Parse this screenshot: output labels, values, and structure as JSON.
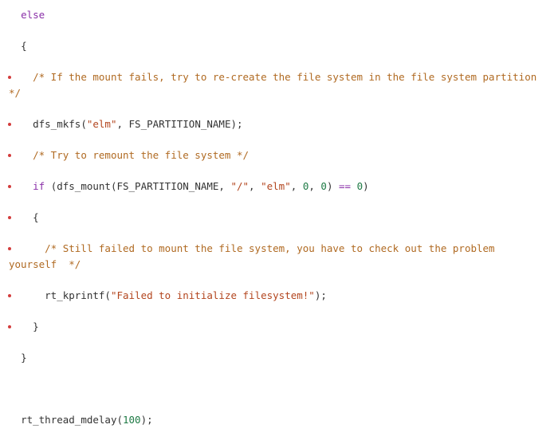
{
  "lines": [
    {
      "indent": "  ",
      "bullet": false,
      "tokens": [
        {
          "t": "kw",
          "v": "else"
        }
      ]
    },
    {
      "indent": "  ",
      "bullet": false,
      "tokens": [
        {
          "t": "pl",
          "v": "{"
        }
      ]
    },
    {
      "indent": "    ",
      "bullet": true,
      "tokens": [
        {
          "t": "cm",
          "v": "/* If the mount fails, try to re-create the file system in the file system partition"
        }
      ],
      "cont": [
        {
          "t": "cm",
          "v": "*/"
        }
      ]
    },
    {
      "indent": "    ",
      "bullet": true,
      "tokens": [
        {
          "t": "pl",
          "v": "dfs_mkfs("
        },
        {
          "t": "st",
          "v": "\"elm\""
        },
        {
          "t": "pl",
          "v": ", FS_PARTITION_NAME);"
        }
      ]
    },
    {
      "indent": "    ",
      "bullet": true,
      "tokens": [
        {
          "t": "cm",
          "v": "/* Try to remount the file system */"
        }
      ]
    },
    {
      "indent": "    ",
      "bullet": true,
      "tokens": [
        {
          "t": "kw",
          "v": "if"
        },
        {
          "t": "pl",
          "v": " (dfs_mount(FS_PARTITION_NAME, "
        },
        {
          "t": "st",
          "v": "\"/\""
        },
        {
          "t": "pl",
          "v": ", "
        },
        {
          "t": "st",
          "v": "\"elm\""
        },
        {
          "t": "pl",
          "v": ", "
        },
        {
          "t": "nu",
          "v": "0"
        },
        {
          "t": "pl",
          "v": ", "
        },
        {
          "t": "nu",
          "v": "0"
        },
        {
          "t": "pl",
          "v": ") "
        },
        {
          "t": "op",
          "v": "=="
        },
        {
          "t": "pl",
          "v": " "
        },
        {
          "t": "nu",
          "v": "0"
        },
        {
          "t": "pl",
          "v": ")"
        }
      ]
    },
    {
      "indent": "    ",
      "bullet": true,
      "tokens": [
        {
          "t": "pl",
          "v": "{"
        }
      ]
    },
    {
      "indent": "      ",
      "bullet": true,
      "tokens": [
        {
          "t": "cm",
          "v": "/* Still failed to mount the file system, you have to check out the problem"
        }
      ],
      "cont": [
        {
          "t": "cm",
          "v": "yourself  */"
        }
      ]
    },
    {
      "indent": "      ",
      "bullet": true,
      "tokens": [
        {
          "t": "pl",
          "v": "rt_kprintf("
        },
        {
          "t": "st",
          "v": "\"Failed to initialize filesystem!\""
        },
        {
          "t": "pl",
          "v": ");"
        }
      ]
    },
    {
      "indent": "    ",
      "bullet": true,
      "tokens": [
        {
          "t": "pl",
          "v": "}"
        }
      ]
    },
    {
      "indent": "  ",
      "bullet": false,
      "tokens": [
        {
          "t": "pl",
          "v": "}"
        }
      ]
    },
    {
      "indent": "  ",
      "bullet": false,
      "tokens": [
        {
          "t": "pl",
          "v": "rt_thread_mdelay("
        },
        {
          "t": "nu",
          "v": "100"
        },
        {
          "t": "pl",
          "v": ");"
        }
      ]
    }
  ]
}
